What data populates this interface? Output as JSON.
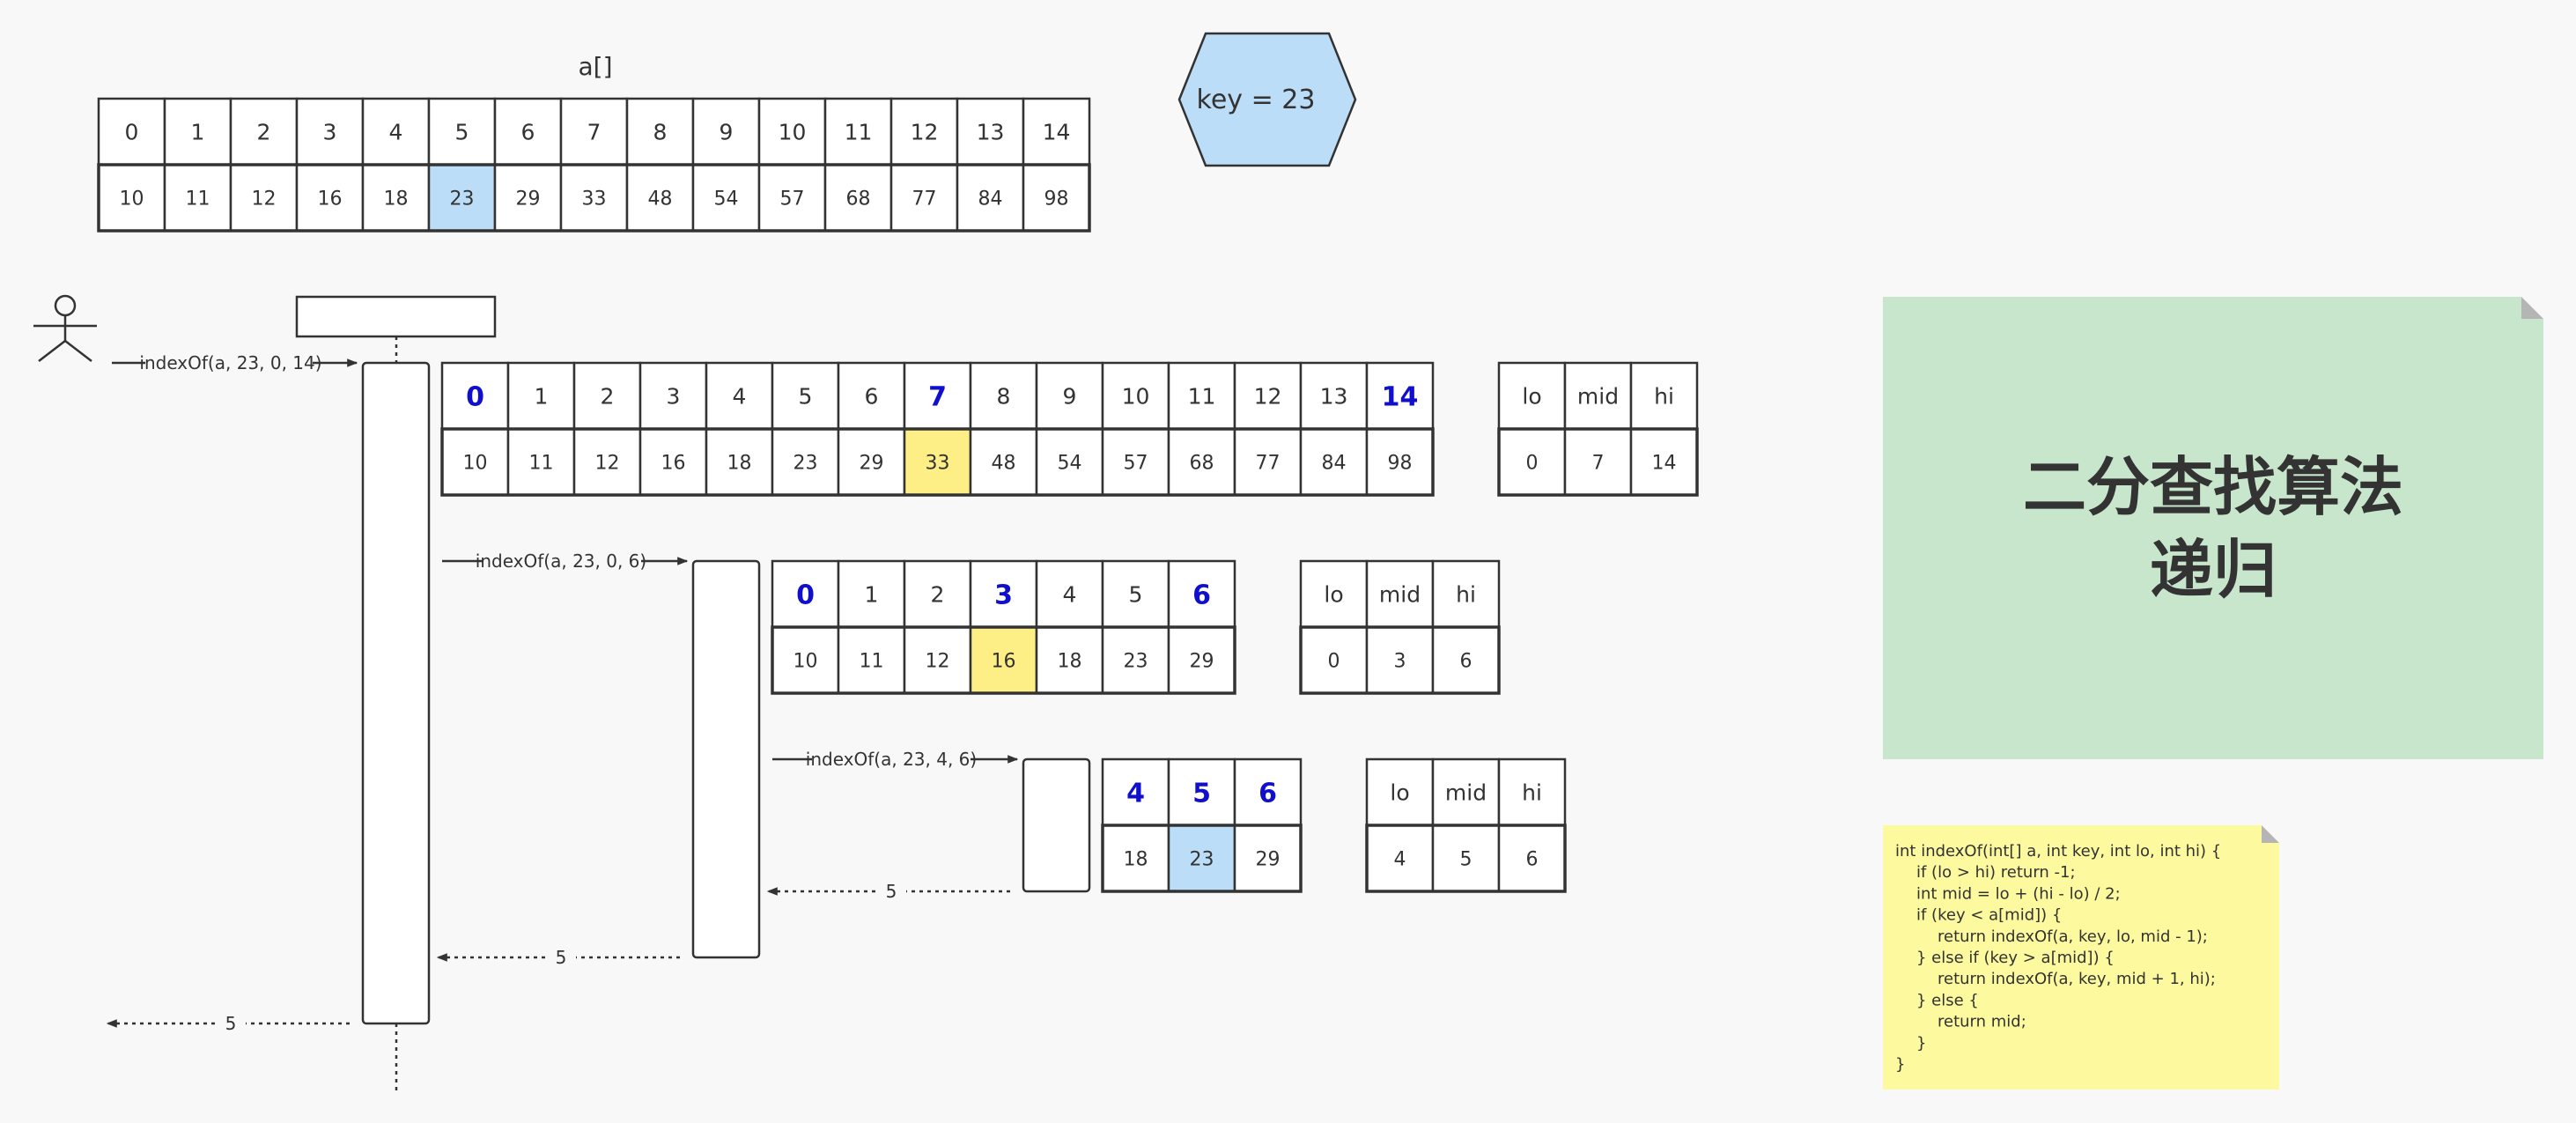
{
  "array": {
    "name": "a[]",
    "indices": [
      "0",
      "1",
      "2",
      "3",
      "4",
      "5",
      "6",
      "7",
      "8",
      "9",
      "10",
      "11",
      "12",
      "13",
      "14"
    ],
    "values": [
      "10",
      "11",
      "12",
      "16",
      "18",
      "23",
      "29",
      "33",
      "48",
      "54",
      "57",
      "68",
      "77",
      "84",
      "98"
    ],
    "found_index": 5
  },
  "key_label": "key = 23",
  "title": {
    "line1": "二分查找算法",
    "line2": "递归"
  },
  "colors": {
    "highlight_mid": "#fdef85",
    "highlight_found": "#bbddf8",
    "bold_index": "#0f0fcc",
    "key_shape": "#bbddf8",
    "title_note": "#c8e6cb",
    "code_note": "#fdf99e",
    "stroke": "#333333"
  },
  "calls": [
    {
      "label": "indexOf(a, 23, 0, 14)",
      "indices": [
        "0",
        "1",
        "2",
        "3",
        "4",
        "5",
        "6",
        "7",
        "8",
        "9",
        "10",
        "11",
        "12",
        "13",
        "14"
      ],
      "values": [
        "10",
        "11",
        "12",
        "16",
        "18",
        "23",
        "29",
        "33",
        "48",
        "54",
        "57",
        "68",
        "77",
        "84",
        "98"
      ],
      "bold_indices": [
        0,
        7,
        14
      ],
      "highlight": 7,
      "highlight_type": "mid",
      "vars": {
        "headers": [
          "lo",
          "mid",
          "hi"
        ],
        "values": [
          "0",
          "7",
          "14"
        ]
      },
      "return_value": "5"
    },
    {
      "label": "indexOf(a, 23, 0, 6)",
      "indices": [
        "0",
        "1",
        "2",
        "3",
        "4",
        "5",
        "6"
      ],
      "values": [
        "10",
        "11",
        "12",
        "16",
        "18",
        "23",
        "29"
      ],
      "bold_indices": [
        0,
        3,
        6
      ],
      "highlight": 3,
      "highlight_type": "mid",
      "vars": {
        "headers": [
          "lo",
          "mid",
          "hi"
        ],
        "values": [
          "0",
          "3",
          "6"
        ]
      },
      "return_value": "5"
    },
    {
      "label": "indexOf(a, 23, 4, 6)",
      "indices": [
        "4",
        "5",
        "6"
      ],
      "values": [
        "18",
        "23",
        "29"
      ],
      "bold_indices": [
        0,
        1,
        2
      ],
      "highlight": 1,
      "highlight_type": "found",
      "vars": {
        "headers": [
          "lo",
          "mid",
          "hi"
        ],
        "values": [
          "4",
          "5",
          "6"
        ]
      },
      "return_value": "5"
    }
  ],
  "code": [
    "int indexOf(int[] a, int key, int lo, int hi) {",
    "    if (lo > hi) return -1;",
    "    int mid = lo + (hi - lo) / 2;",
    "    if (key < a[mid]) {",
    "        return indexOf(a, key, lo, mid - 1);",
    "    } else if (key > a[mid]) {",
    "        return indexOf(a, key, mid + 1, hi);",
    "    } else {",
    "        return mid;",
    "    }",
    "}"
  ]
}
